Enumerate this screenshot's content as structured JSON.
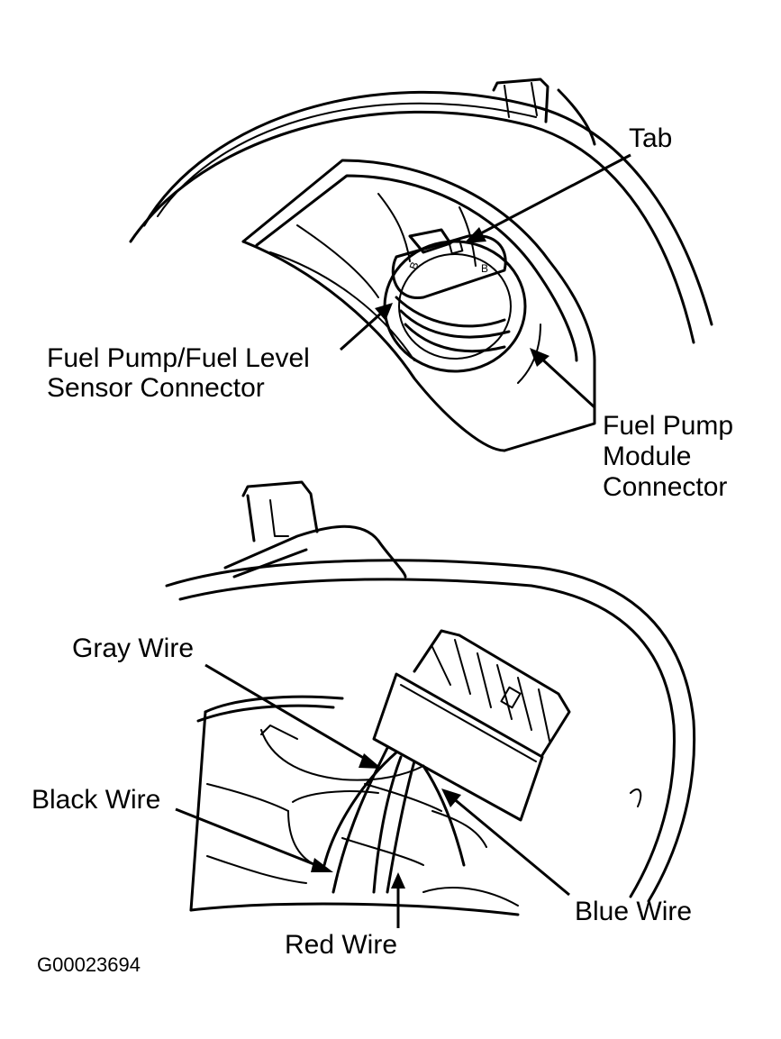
{
  "top_figure": {
    "labels": {
      "tab": "Tab",
      "sensor_connector_line1": "Fuel Pump/Fuel Level",
      "sensor_connector_line2": "Sensor Connector",
      "module_connector_line1": "Fuel Pump",
      "module_connector_line2": "Module",
      "module_connector_line3": "Connector"
    }
  },
  "bottom_figure": {
    "labels": {
      "gray_wire": "Gray Wire",
      "black_wire": "Black Wire",
      "red_wire": "Red Wire",
      "blue_wire": "Blue Wire"
    }
  },
  "figure_id": "G00023694"
}
